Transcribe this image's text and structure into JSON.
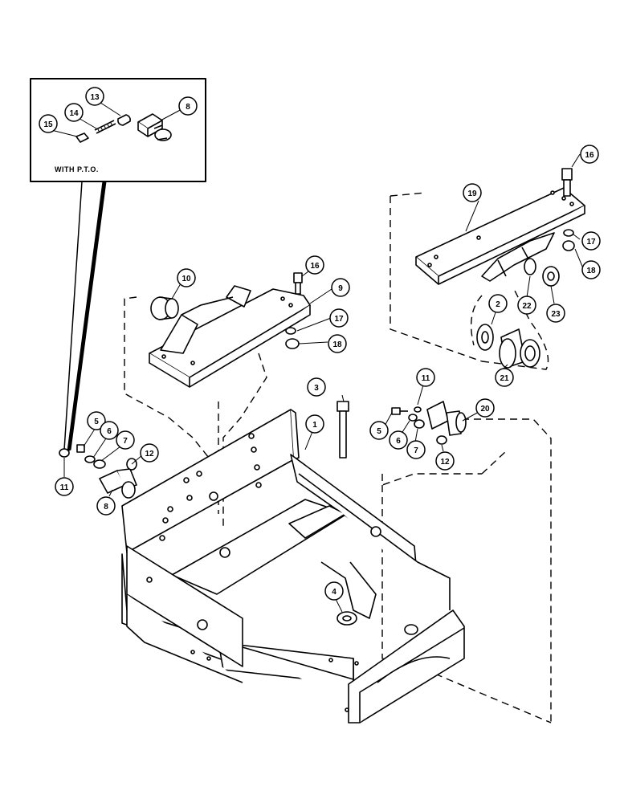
{
  "inset": {
    "label": "WITH P.T.O."
  },
  "callouts": [
    {
      "id": "c1",
      "text": "1"
    },
    {
      "id": "c2",
      "text": "2"
    },
    {
      "id": "c3",
      "text": "3"
    },
    {
      "id": "c4",
      "text": "4"
    },
    {
      "id": "c5a",
      "text": "5"
    },
    {
      "id": "c5b",
      "text": "5"
    },
    {
      "id": "c6a",
      "text": "6"
    },
    {
      "id": "c6b",
      "text": "6"
    },
    {
      "id": "c7a",
      "text": "7"
    },
    {
      "id": "c7b",
      "text": "7"
    },
    {
      "id": "c8a",
      "text": "8"
    },
    {
      "id": "c8b",
      "text": "8"
    },
    {
      "id": "c9",
      "text": "9"
    },
    {
      "id": "c10",
      "text": "10"
    },
    {
      "id": "c11a",
      "text": "11"
    },
    {
      "id": "c11b",
      "text": "11"
    },
    {
      "id": "c12a",
      "text": "12"
    },
    {
      "id": "c12b",
      "text": "12"
    },
    {
      "id": "c13",
      "text": "13"
    },
    {
      "id": "c14",
      "text": "14"
    },
    {
      "id": "c15",
      "text": "15"
    },
    {
      "id": "c16a",
      "text": "16"
    },
    {
      "id": "c16b",
      "text": "16"
    },
    {
      "id": "c17a",
      "text": "17"
    },
    {
      "id": "c17b",
      "text": "17"
    },
    {
      "id": "c18a",
      "text": "18"
    },
    {
      "id": "c18b",
      "text": "18"
    },
    {
      "id": "c19",
      "text": "19"
    },
    {
      "id": "c20",
      "text": "20"
    },
    {
      "id": "c21",
      "text": "21"
    },
    {
      "id": "c22",
      "text": "22"
    },
    {
      "id": "c23",
      "text": "23"
    }
  ]
}
